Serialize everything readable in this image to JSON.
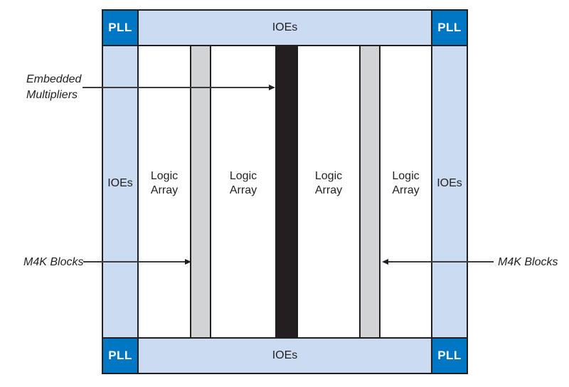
{
  "diagram": {
    "type": "fpga-floorplan-block-diagram",
    "corner_block": {
      "label": "PLL"
    },
    "io_band": {
      "label": "IOEs"
    },
    "logic_array": {
      "line1": "Logic",
      "line2": "Array"
    },
    "annotations": {
      "embedded_multipliers": {
        "line1": "Embedded",
        "line2": "Multipliers"
      },
      "m4k_left": "M4K Blocks",
      "m4k_right": "M4K Blocks"
    },
    "colors": {
      "pll_blue": "#0077C2",
      "ioe_blue": "#CBDCF2",
      "m4k_gray": "#D1D3D4",
      "multiplier_black": "#231F20",
      "border": "#231F20"
    }
  }
}
